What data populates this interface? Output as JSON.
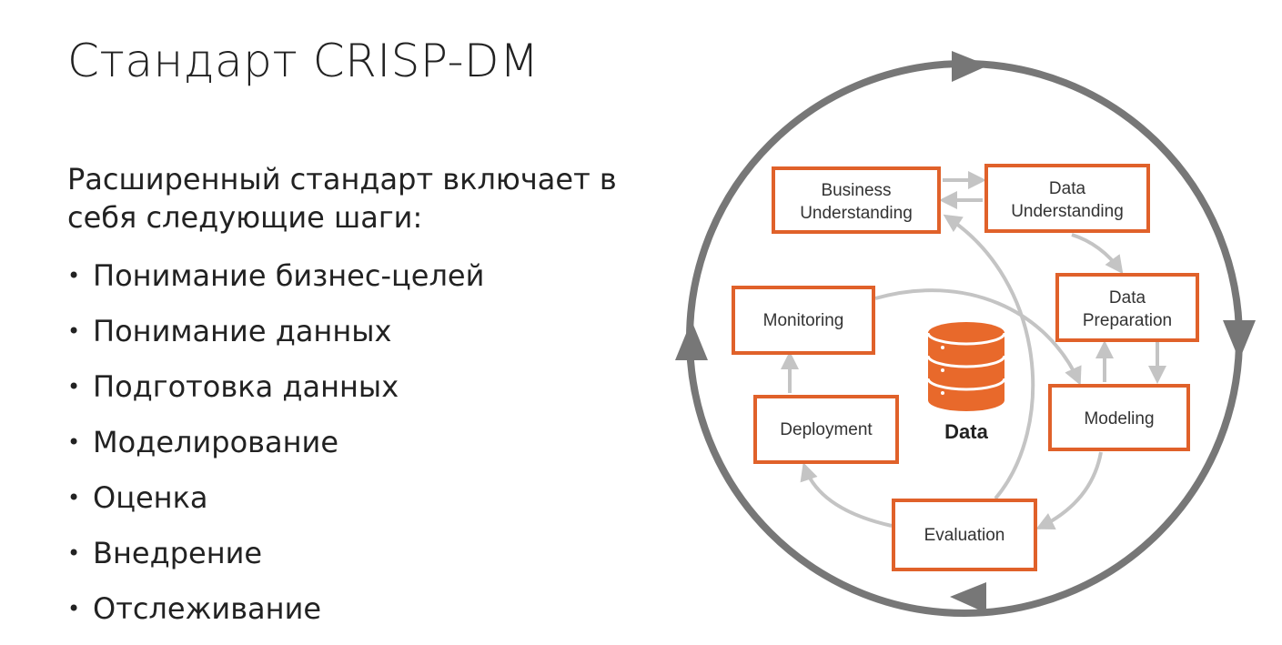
{
  "title": "Стандарт CRISP-DM",
  "intro": "Расширенный стандарт включает в себя следующие шаги:",
  "steps": [
    "Понимание бизнес-целей",
    "Понимание данных",
    "Подготовка данных",
    "Моделирование",
    "Оценка",
    "Внедрение",
    "Отслеживание"
  ],
  "diagram": {
    "nodes": {
      "business": [
        "Business",
        "Understanding"
      ],
      "data_understanding": [
        "Data",
        "Understanding"
      ],
      "data_preparation": [
        "Data",
        "Preparation"
      ],
      "modeling": [
        "Modeling"
      ],
      "evaluation": [
        "Evaluation"
      ],
      "deployment": [
        "Deployment"
      ],
      "monitoring": [
        "Monitoring"
      ]
    },
    "center_label": "Data",
    "colors": {
      "box_border": "#e0612a",
      "database": "#e8692b",
      "outer_cycle": "#777777",
      "inner_arrows": "#c4c4c4"
    }
  }
}
